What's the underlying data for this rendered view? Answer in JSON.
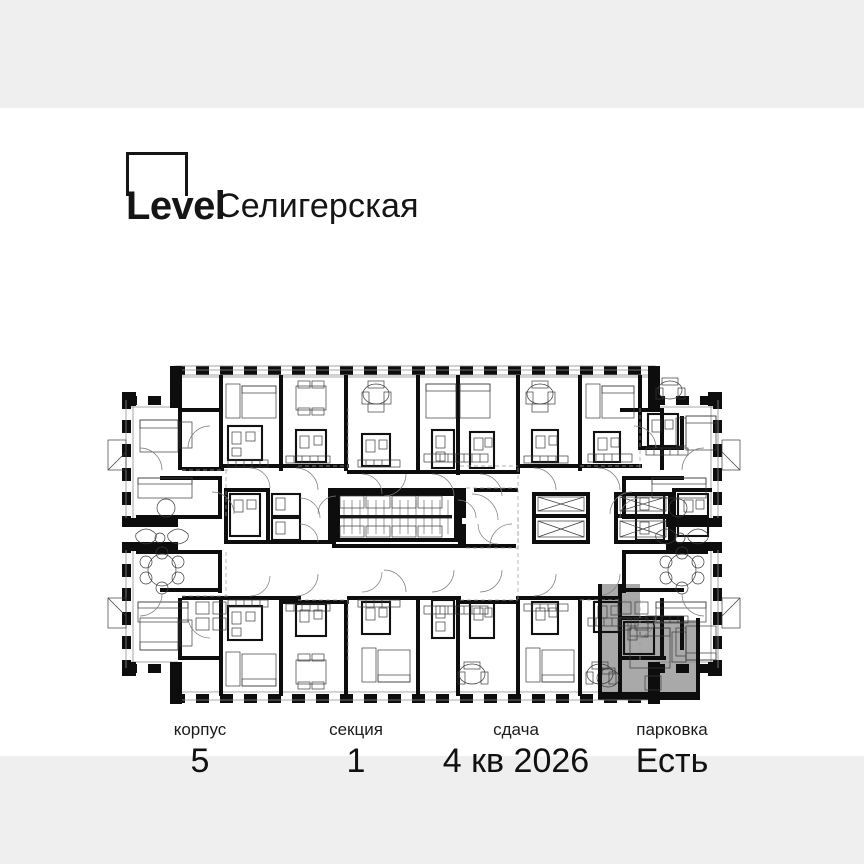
{
  "brand": {
    "logo_mark": "level-square-logo",
    "logo_word": "Level",
    "project_name": "Селигерская"
  },
  "plan": {
    "title": "floor-plan",
    "highlighted_unit": "bottom-right-corner-apartment",
    "highlight_color": "#a9a9a9",
    "wall_color": "#0d0d0d",
    "line_color": "#1a1a1a",
    "background": "#ffffff"
  },
  "specs": [
    {
      "key": "korpus",
      "label": "корпус",
      "value": "5"
    },
    {
      "key": "sekciya",
      "label": "секция",
      "value": "1"
    },
    {
      "key": "sdacha",
      "label": "сдача",
      "value": "4 кв 2026"
    },
    {
      "key": "parkovka",
      "label": "парковка",
      "value": "Есть"
    }
  ],
  "canvas": {
    "page_background": "#efefef",
    "card_background": "#ffffff"
  }
}
